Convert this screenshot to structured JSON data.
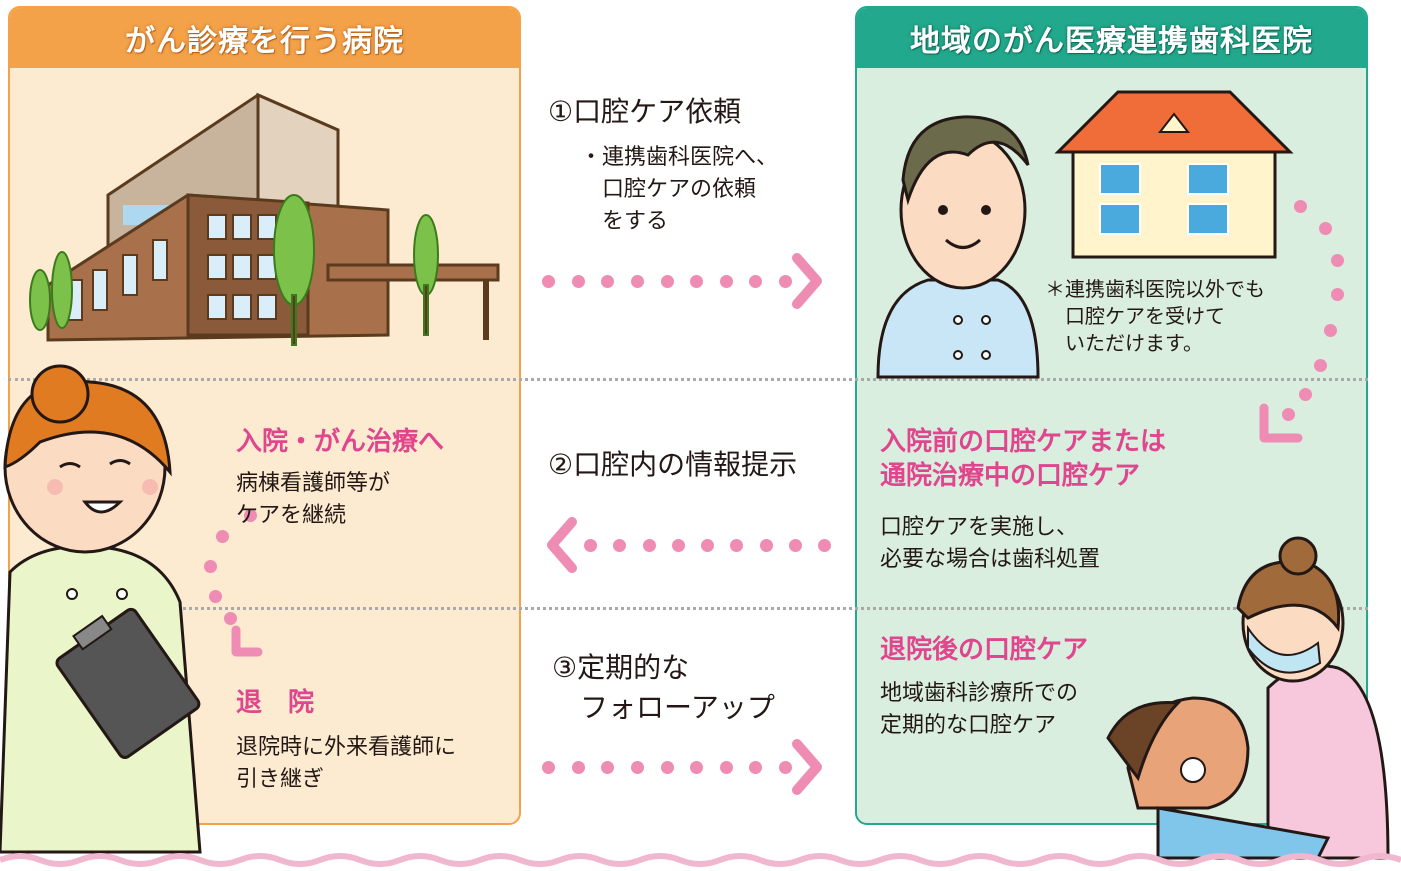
{
  "left_panel": {
    "title": "がん診療を行う病院"
  },
  "right_panel": {
    "title": "地域のがん医療連携歯科医院"
  },
  "steps": {
    "s1": {
      "label": "①口腔ケア依頼",
      "desc": "・連携歯科医院へ、\n　口腔ケアの依頼\n　をする"
    },
    "s2": {
      "label": "②口腔内の情報提示"
    },
    "s3": {
      "label": "③定期的な\n　フォローアップ"
    }
  },
  "hospital": {
    "admission_title": "入院・がん治療へ",
    "admission_text": "病棟看護師等が\nケアを継続",
    "discharge_title": "退　院",
    "discharge_text": "退院時に外来看護師に\n引き継ぎ"
  },
  "clinic": {
    "note": "＊連携歯科医院以外でも\n　口腔ケアを受けて\n　いただけます。",
    "pre_title": "入院前の口腔ケアまたは\n通院治療中の口腔ケア",
    "pre_text": "口腔ケアを実施し、\n必要な場合は歯科処置",
    "post_title": "退院後の口腔ケア",
    "post_text": "地域歯科診療所での\n定期的な口腔ケア"
  },
  "colors": {
    "orange": "#f3a24a",
    "teal": "#22a88c",
    "pink": "#e0468e",
    "dot_pink": "#ef8cb4"
  }
}
